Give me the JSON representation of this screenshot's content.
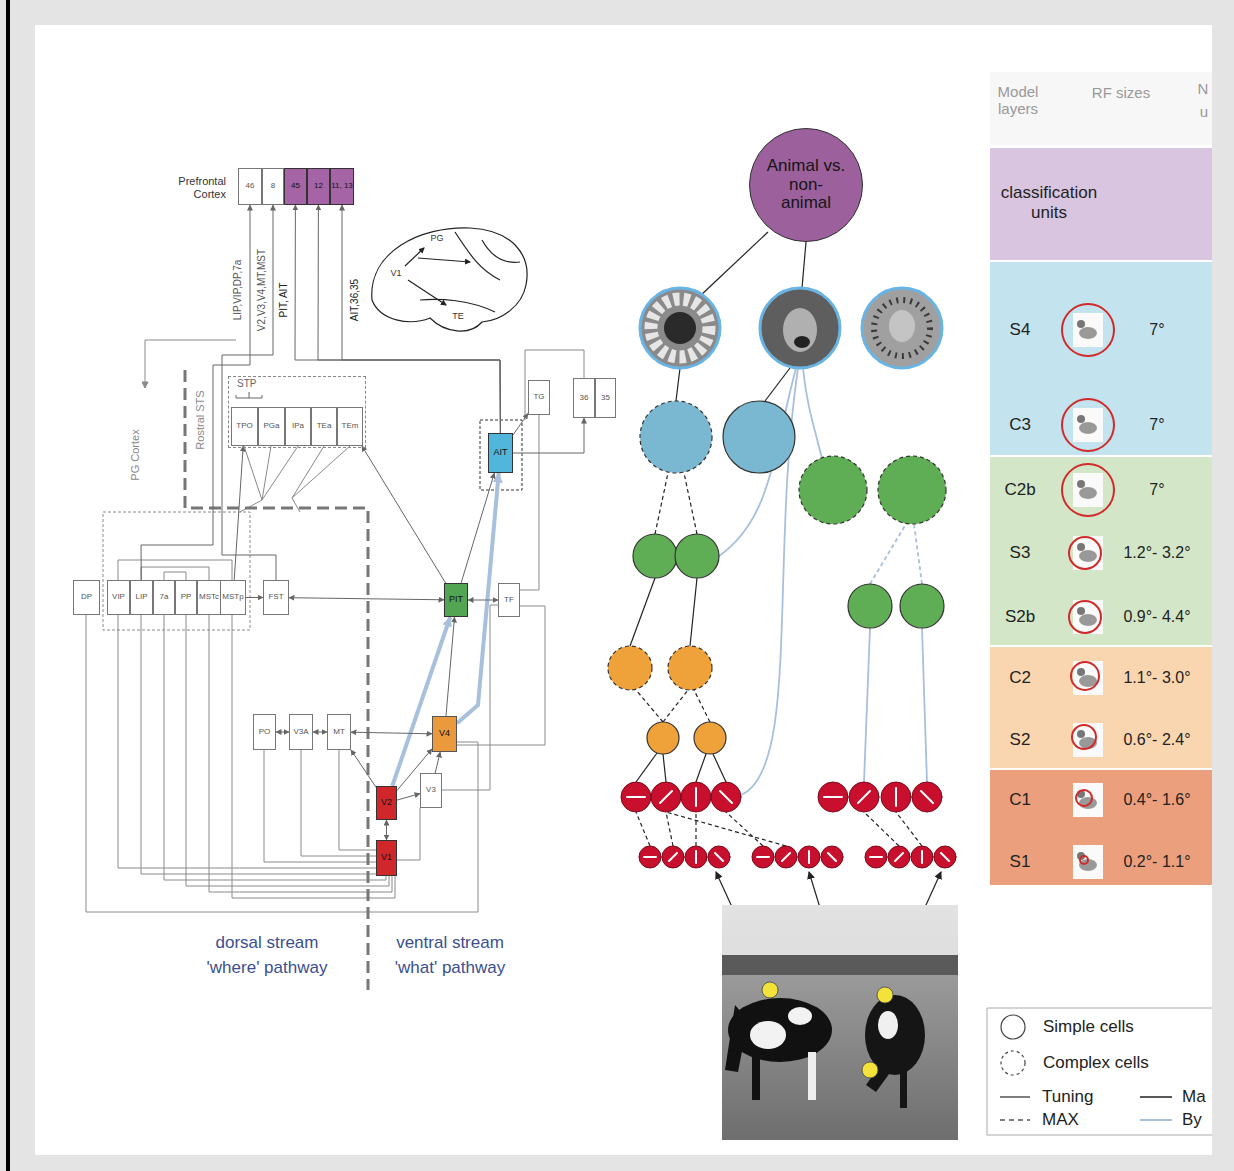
{
  "diagram": {
    "nodes": [
      {
        "text": [
          "46"
        ]
      },
      {
        "text": [
          "8"
        ]
      },
      {
        "text": [
          "45"
        ]
      },
      {
        "text": [
          "12"
        ]
      },
      {
        "text": [
          "11, 13"
        ]
      },
      {
        "text": [
          "STP"
        ]
      },
      {
        "text": [
          "TPO"
        ],
        "in": 5
      },
      {
        "text": [
          "PGa"
        ],
        "in": 5
      },
      {
        "text": [
          "IPa"
        ],
        "in": 5
      },
      {
        "text": [
          "TEa"
        ],
        "in": 5
      },
      {
        "text": [
          "TEm"
        ],
        "in": 5
      },
      {
        "text": [
          "DP"
        ]
      },
      {
        "text": [
          "VIP"
        ]
      },
      {
        "text": [
          "LIP"
        ]
      },
      {
        "text": [
          "7a"
        ]
      },
      {
        "text": [
          "PP"
        ]
      },
      {
        "text": [
          "MSTc"
        ]
      },
      {
        "text": [
          "MSTp"
        ]
      },
      {
        "text": [
          "FST"
        ]
      },
      {
        "text": [
          "AIT"
        ]
      },
      {
        "text": [
          "PIT"
        ]
      },
      {
        "text": [
          "TF"
        ]
      },
      {
        "text": [
          "TG"
        ]
      },
      {
        "text": [
          "36"
        ]
      },
      {
        "text": [
          "35"
        ]
      },
      {
        "text": [
          "PO"
        ]
      },
      {
        "text": [
          "V3A"
        ]
      },
      {
        "text": [
          "MT"
        ]
      },
      {
        "text": [
          "V4"
        ]
      },
      {
        "text": [
          "V3"
        ]
      },
      {
        "text": [
          "V2"
        ]
      },
      {
        "text": [
          "V1"
        ]
      },
      {
        "text": [
          "Animal vs. non-animal"
        ]
      },
      {
        "text": [
          "classification units"
        ]
      },
      {
        "text": [
          "S4",
          "7°",
          "C3",
          "7°"
        ]
      },
      {
        "text": [
          "C2b",
          "7°",
          "S3",
          "1.2°- 3.2°",
          "S2b",
          "0.9°- 4.4°"
        ]
      },
      {
        "text": [
          "C2",
          "1.1°- 3.0°",
          "S2",
          "0.6°- 2.4°"
        ]
      },
      {
        "text": [
          "C1",
          "0.4°- 1.6°",
          "S1",
          "0.2°- 1.1°"
        ]
      }
    ],
    "edges": [
      {
        "from": 31,
        "to": 30,
        "arrow": "both"
      },
      {
        "from": 30,
        "to": 28,
        "arrow": "to"
      },
      {
        "from": 30,
        "to": 29,
        "arrow": "to"
      },
      {
        "from": 29,
        "to": 28,
        "arrow": "to"
      },
      {
        "from": 28,
        "to": 20,
        "arrow": "to"
      },
      {
        "from": 20,
        "to": 19,
        "arrow": "to"
      },
      {
        "from": 30,
        "to": 20,
        "arrow": "to"
      },
      {
        "from": 28,
        "to": 19,
        "arrow": "to"
      },
      {
        "from": 27,
        "to": 28,
        "arrow": "both"
      },
      {
        "from": 26,
        "to": 27,
        "arrow": "both"
      },
      {
        "from": 25,
        "to": 26,
        "arrow": "both"
      },
      {
        "from": 30,
        "to": 27,
        "arrow": "to"
      },
      {
        "from": 18,
        "to": 20,
        "arrow": "both"
      },
      {
        "from": 17,
        "to": 18,
        "arrow": "to"
      },
      {
        "from": 20,
        "to": 21,
        "arrow": "both"
      },
      {
        "from": 19,
        "to": 22,
        "arrow": "to"
      },
      {
        "from": 19,
        "to": 23,
        "arrow": "to"
      },
      {
        "from": 19,
        "to": 2,
        "arrow": "to"
      },
      {
        "from": 19,
        "to": 3,
        "arrow": "to"
      },
      {
        "from": 19,
        "to": 4,
        "arrow": "to"
      },
      {
        "from": 13,
        "to": 0,
        "arrow": "to"
      },
      {
        "from": 18,
        "to": 1,
        "arrow": "to"
      },
      {
        "from": 20,
        "to": 10,
        "arrow": "to"
      },
      {
        "from": 17,
        "to": 6,
        "arrow": "to"
      }
    ],
    "labels": [
      "Prefrontal Cortex",
      "LIP,VIP,DP,7a",
      "V2,V3,V4,MT,MST",
      "PIT, AIT",
      "AIT,36,35",
      "Rostral STS",
      "PG Cortex",
      "V1",
      "PG",
      "TE",
      "dorsal stream",
      "'where' pathway",
      "ventral stream",
      "'what' pathway",
      "Model layers",
      "RF sizes",
      "N",
      "u"
    ],
    "legend": [
      {
        "text": "Simple cells"
      },
      {
        "text": "Complex cells"
      },
      {
        "text": "Tuning"
      },
      {
        "text": "MAX"
      },
      {
        "text": "Ma"
      },
      {
        "text": "By"
      }
    ]
  }
}
